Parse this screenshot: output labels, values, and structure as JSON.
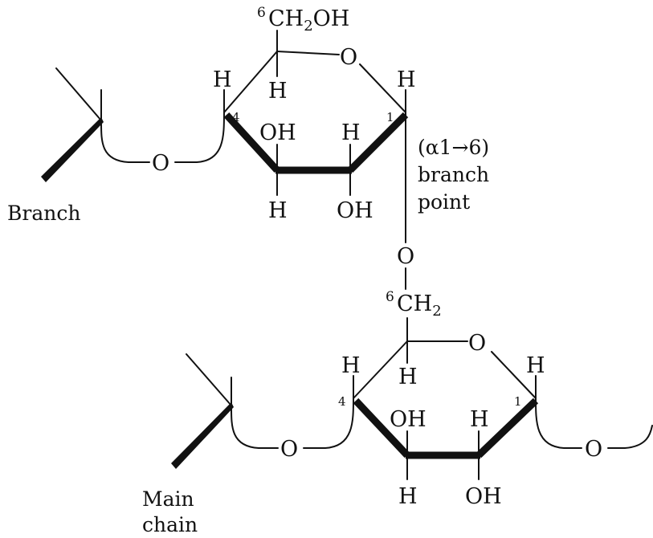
{
  "branch_residue": {
    "c6_sup": "6",
    "c6_label": "CH",
    "c6_sub": "2",
    "c6_tail": "OH",
    "ring_o": "O",
    "h_c5": "H",
    "h_c4": "H",
    "h_c1": "H",
    "c4_num": "4",
    "c1_num": "1",
    "c3_oh": "OH",
    "c3_h": "H",
    "c2_h_top": "H",
    "c2_oh": "OH",
    "link_o": "O"
  },
  "branch_label": "Branch",
  "branch_point": {
    "line1": "(α1→6)",
    "line2": "branch",
    "line3": "point",
    "glyco_o": "O"
  },
  "main_residue": {
    "c6_sup": "6",
    "c6_label": "CH",
    "c6_sub": "2",
    "ring_o": "O",
    "h_c5": "H",
    "h_c4": "H",
    "h_c1": "H",
    "c4_num": "4",
    "c1_num": "1",
    "c3_oh": "OH",
    "c3_h": "H",
    "c2_h_top": "H",
    "c2_oh": "OH",
    "link_o_left": "O",
    "link_o_right": "O"
  },
  "main_label": {
    "line1": "Main",
    "line2": "chain"
  }
}
